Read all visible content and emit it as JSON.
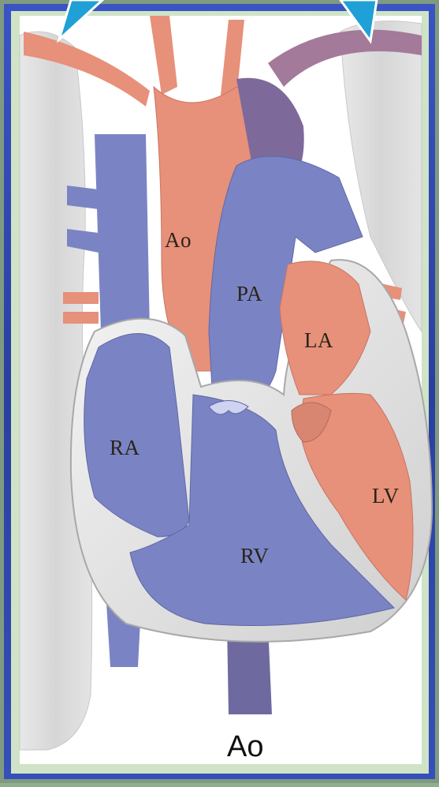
{
  "diagram": {
    "labels": {
      "ao": "Ao",
      "pa": "PA",
      "la": "LA",
      "ra": "RA",
      "lv": "LV",
      "rv": "RV"
    },
    "caption": "Ao"
  },
  "colors": {
    "frame_outer": "#2f4bb0",
    "frame_border": "#cfe3c7",
    "background": "#ffffff",
    "artery_oxygenated": "#e7907a",
    "vein_deoxygenated": "#7a84c4",
    "myocardium": "#e9e9e9",
    "lung": "#dcdcdc",
    "arrow": "#1fa0d6"
  }
}
